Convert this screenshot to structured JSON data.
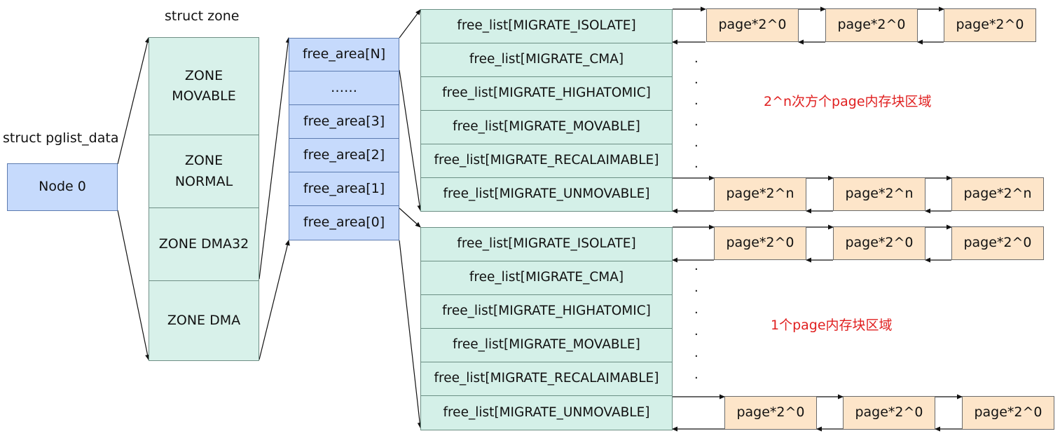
{
  "labels": {
    "pglist": "struct pglist_data",
    "zone": "struct zone"
  },
  "node": "Node 0",
  "zones": [
    "ZONE\nMOVABLE",
    "ZONE\nNORMAL",
    "ZONE DMA32",
    "ZONE DMA"
  ],
  "free_areas": [
    "free_area[N]",
    "……",
    "free_area[3]",
    "free_area[2]",
    "free_area[1]",
    "free_area[0]"
  ],
  "free_lists": [
    "free_list[MIGRATE_ISOLATE]",
    "free_list[MIGRATE_CMA]",
    "free_list[MIGRATE_HIGHATOMIC]",
    "free_list[MIGRATE_MOVABLE]",
    "free_list[MIGRATE_RECALAIMABLE]",
    "free_list[MIGRATE_UNMOVABLE]"
  ],
  "pages": {
    "top_isolate": [
      "page*2^0",
      "page*2^0",
      "page*2^0"
    ],
    "top_unmovable": [
      "page*2^n",
      "page*2^n",
      "page*2^n"
    ],
    "bottom_isolate": [
      "page*2^0",
      "page*2^0",
      "page*2^0"
    ],
    "bottom_unmovable": [
      "page*2^0",
      "page*2^0",
      "page*2^0"
    ]
  },
  "annotations": {
    "top": "2^n次方个page内存块区域",
    "bottom": "1个page内存块区域"
  },
  "dot": "."
}
